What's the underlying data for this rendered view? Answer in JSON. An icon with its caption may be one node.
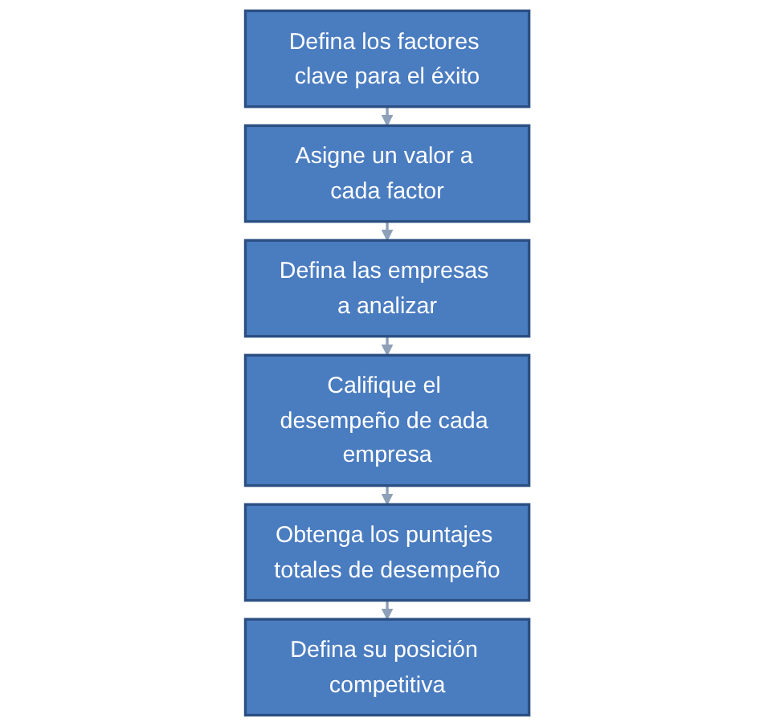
{
  "diagram": {
    "nodes": [
      {
        "text": [
          "Defina los factores clave para el éxito"
        ]
      },
      {
        "text": [
          "Asigne un valor a cada factor"
        ]
      },
      {
        "text": [
          "Defina las empresas a analizar"
        ]
      },
      {
        "text": [
          "Califique el desempeño de cada empresa"
        ]
      },
      {
        "text": [
          "Obtenga los puntajes totales de desempeño"
        ]
      },
      {
        "text": [
          "Defina su posición competitiva"
        ]
      }
    ],
    "edges": [
      {
        "from": 0,
        "to": 1,
        "arrow": "to"
      },
      {
        "from": 1,
        "to": 2,
        "arrow": "to"
      },
      {
        "from": 2,
        "to": 3,
        "arrow": "to"
      },
      {
        "from": 3,
        "to": 4,
        "arrow": "to"
      },
      {
        "from": 4,
        "to": 5,
        "arrow": "to"
      }
    ]
  }
}
